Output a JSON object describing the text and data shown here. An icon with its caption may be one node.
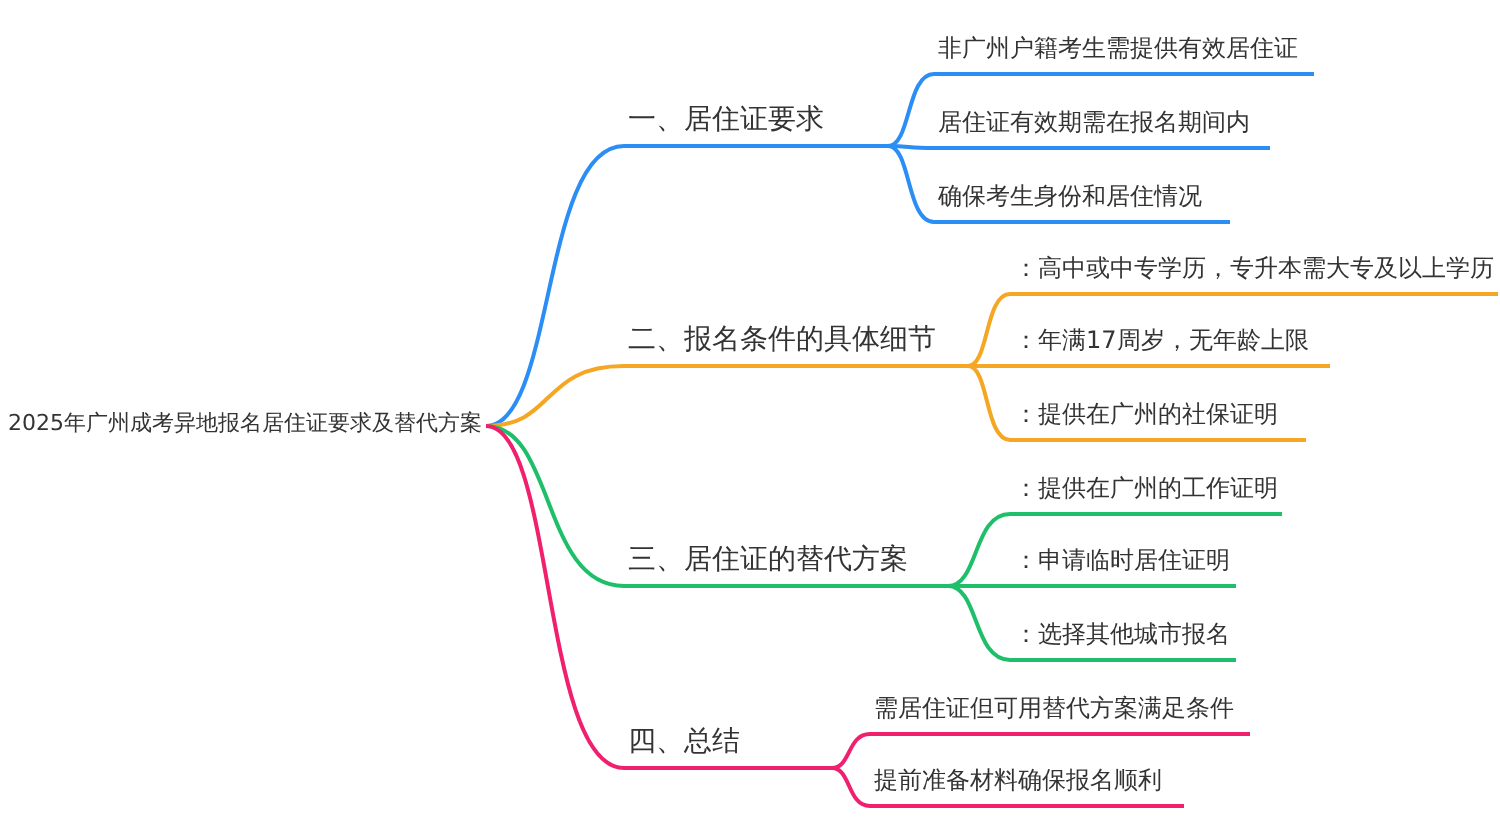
{
  "diagram": {
    "nodes": [
      {
        "text": [
          "2025年广州成考异地报名居住证要求及替代方案"
        ]
      },
      {
        "text": [
          "一、居住证要求"
        ]
      },
      {
        "text": [
          "非广州户籍考生需提供有效居住证"
        ]
      },
      {
        "text": [
          "居住证有效期需在报名期间内"
        ]
      },
      {
        "text": [
          "确保考生身份和居住情况"
        ]
      },
      {
        "text": [
          "二、报名条件的具体细节"
        ]
      },
      {
        "text": [
          "：高中或中专学历，专升本需大专及以上学历"
        ]
      },
      {
        "text": [
          "：年满17周岁，无年龄上限"
        ]
      },
      {
        "text": [
          "：提供在广州的社保证明"
        ]
      },
      {
        "text": [
          "三、居住证的替代方案"
        ]
      },
      {
        "text": [
          "：提供在广州的工作证明"
        ]
      },
      {
        "text": [
          "：申请临时居住证明"
        ]
      },
      {
        "text": [
          "：选择其他城市报名"
        ]
      },
      {
        "text": [
          "四、总结"
        ]
      },
      {
        "text": [
          "需居住证但可用替代方案满足条件"
        ]
      },
      {
        "text": [
          "提前准备材料确保报名顺利"
        ]
      }
    ],
    "edges": [
      {
        "from": 0,
        "to": 1,
        "arrow": "none",
        "color": "#2b8ef5"
      },
      {
        "from": 1,
        "to": 2,
        "arrow": "none",
        "color": "#2b8ef5"
      },
      {
        "from": 1,
        "to": 3,
        "arrow": "none",
        "color": "#2b8ef5"
      },
      {
        "from": 1,
        "to": 4,
        "arrow": "none",
        "color": "#2b8ef5"
      },
      {
        "from": 0,
        "to": 5,
        "arrow": "none",
        "color": "#f5a623"
      },
      {
        "from": 5,
        "to": 6,
        "arrow": "none",
        "color": "#f5a623"
      },
      {
        "from": 5,
        "to": 7,
        "arrow": "none",
        "color": "#f5a623"
      },
      {
        "from": 5,
        "to": 8,
        "arrow": "none",
        "color": "#f5a623"
      },
      {
        "from": 0,
        "to": 9,
        "arrow": "none",
        "color": "#1fbf6a"
      },
      {
        "from": 9,
        "to": 10,
        "arrow": "none",
        "color": "#1fbf6a"
      },
      {
        "from": 9,
        "to": 11,
        "arrow": "none",
        "color": "#1fbf6a"
      },
      {
        "from": 9,
        "to": 12,
        "arrow": "none",
        "color": "#1fbf6a"
      },
      {
        "from": 0,
        "to": 13,
        "arrow": "none",
        "color": "#f0206e"
      },
      {
        "from": 13,
        "to": 14,
        "arrow": "none",
        "color": "#f0206e"
      },
      {
        "from": 13,
        "to": 15,
        "arrow": "none",
        "color": "#f0206e"
      }
    ]
  }
}
